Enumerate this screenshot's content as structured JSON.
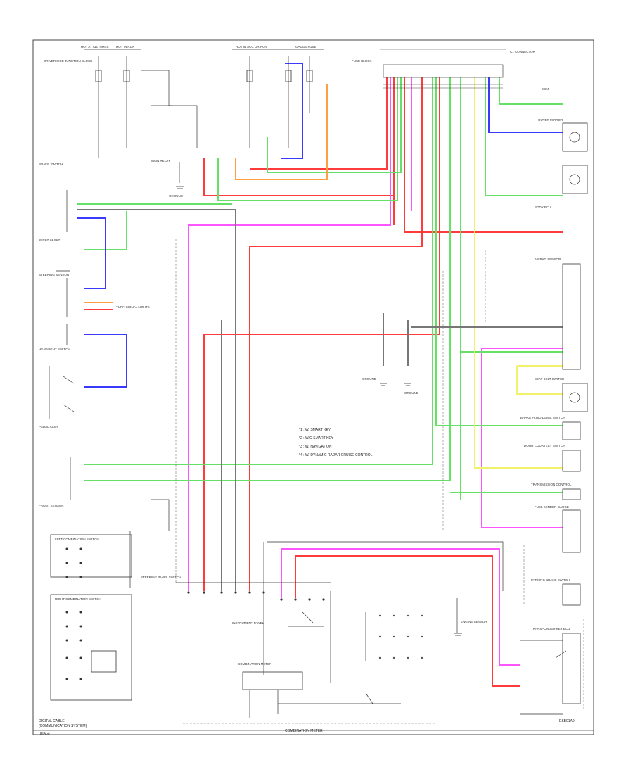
{
  "footer": {
    "left_title_line1": "DIGITAL CABLE",
    "left_title_line2": "(COMMUNICATION SYSTEM)",
    "left_code": "(DIAG)",
    "center_title": "COMBINATION METER",
    "right_code": "ESB01A9"
  },
  "center_notes": {
    "lines": [
      "*1 : W/ SMART KEY",
      "*2 : W/O SMART KEY",
      "*3 : W/ NAVIGATION",
      "*4 : W/ DYNAMIC RADAR CRUISE CONTROL"
    ]
  },
  "left_labels": {
    "brake_switch": "BRAKE SWITCH",
    "ground_ref": "GROUND",
    "wiper_lever": "WIPER LEVER",
    "steering_sensor": "STEERING SENSOR",
    "headlight_switch": "HEADLIGHT SWITCH",
    "pedal_ref": "PEDAL ASSY",
    "turn_signal_lights": "TURN SIGNAL LIGHTS",
    "front_sensor": "FRONT SENSOR",
    "left_combination_switch": "LEFT COMBINATION SWITCH",
    "steering_panel": "STEERING PANEL SWITCH",
    "right_combination_switch": "RIGHT COMBINATION SWITCH"
  },
  "right_labels": {
    "ecm": "ECM",
    "outer_mirror": "OUTER MIRROR",
    "body_ecu": "BODY ECU",
    "airbag_sensor": "AIRBAG SENSOR",
    "seat_belt": "SEAT BELT SWITCH",
    "brake_fluid": "BRAKE FLUID LEVEL SWITCH",
    "door_courtesy": "DOOR COURTESY SWITCH",
    "transmission": "TRANSMISSION CONTROL",
    "fuel_sender": "FUEL SENDER GAUGE",
    "parking_brake": "PARKING BRAKE SWITCH",
    "transponder": "TRANSPONDER KEY ECU"
  },
  "top_labels": {
    "hot_at_all_times": "HOT AT ALL TIMES",
    "hot_in_run": "HOT IN RUN",
    "hot_in_acc": "HOT IN ACC OR RUN",
    "gauge_fuse": "GAUGE FUSE",
    "fuse_block": "FUSE BLOCK",
    "junction_block": "DRIVER SIDE JUNCTION BLOCK",
    "main_relay": "MAIN RELAY",
    "connector": "C1 CONNECTOR"
  },
  "center_labels": {
    "ground_left": "GROUND",
    "ground_right": "GROUND",
    "instrument_panel": "INSTRUMENT PANEL",
    "combination_meter": "COMBINATION METER",
    "engine_sensor": "ENGINE SENSOR"
  },
  "colors": {
    "red": "#ff3b3b",
    "green": "#66e066",
    "blue": "#3a3aff",
    "magenta": "#ff55ff",
    "orange": "#ffa040",
    "yellow": "#f2f26a",
    "gray": "#777777"
  }
}
